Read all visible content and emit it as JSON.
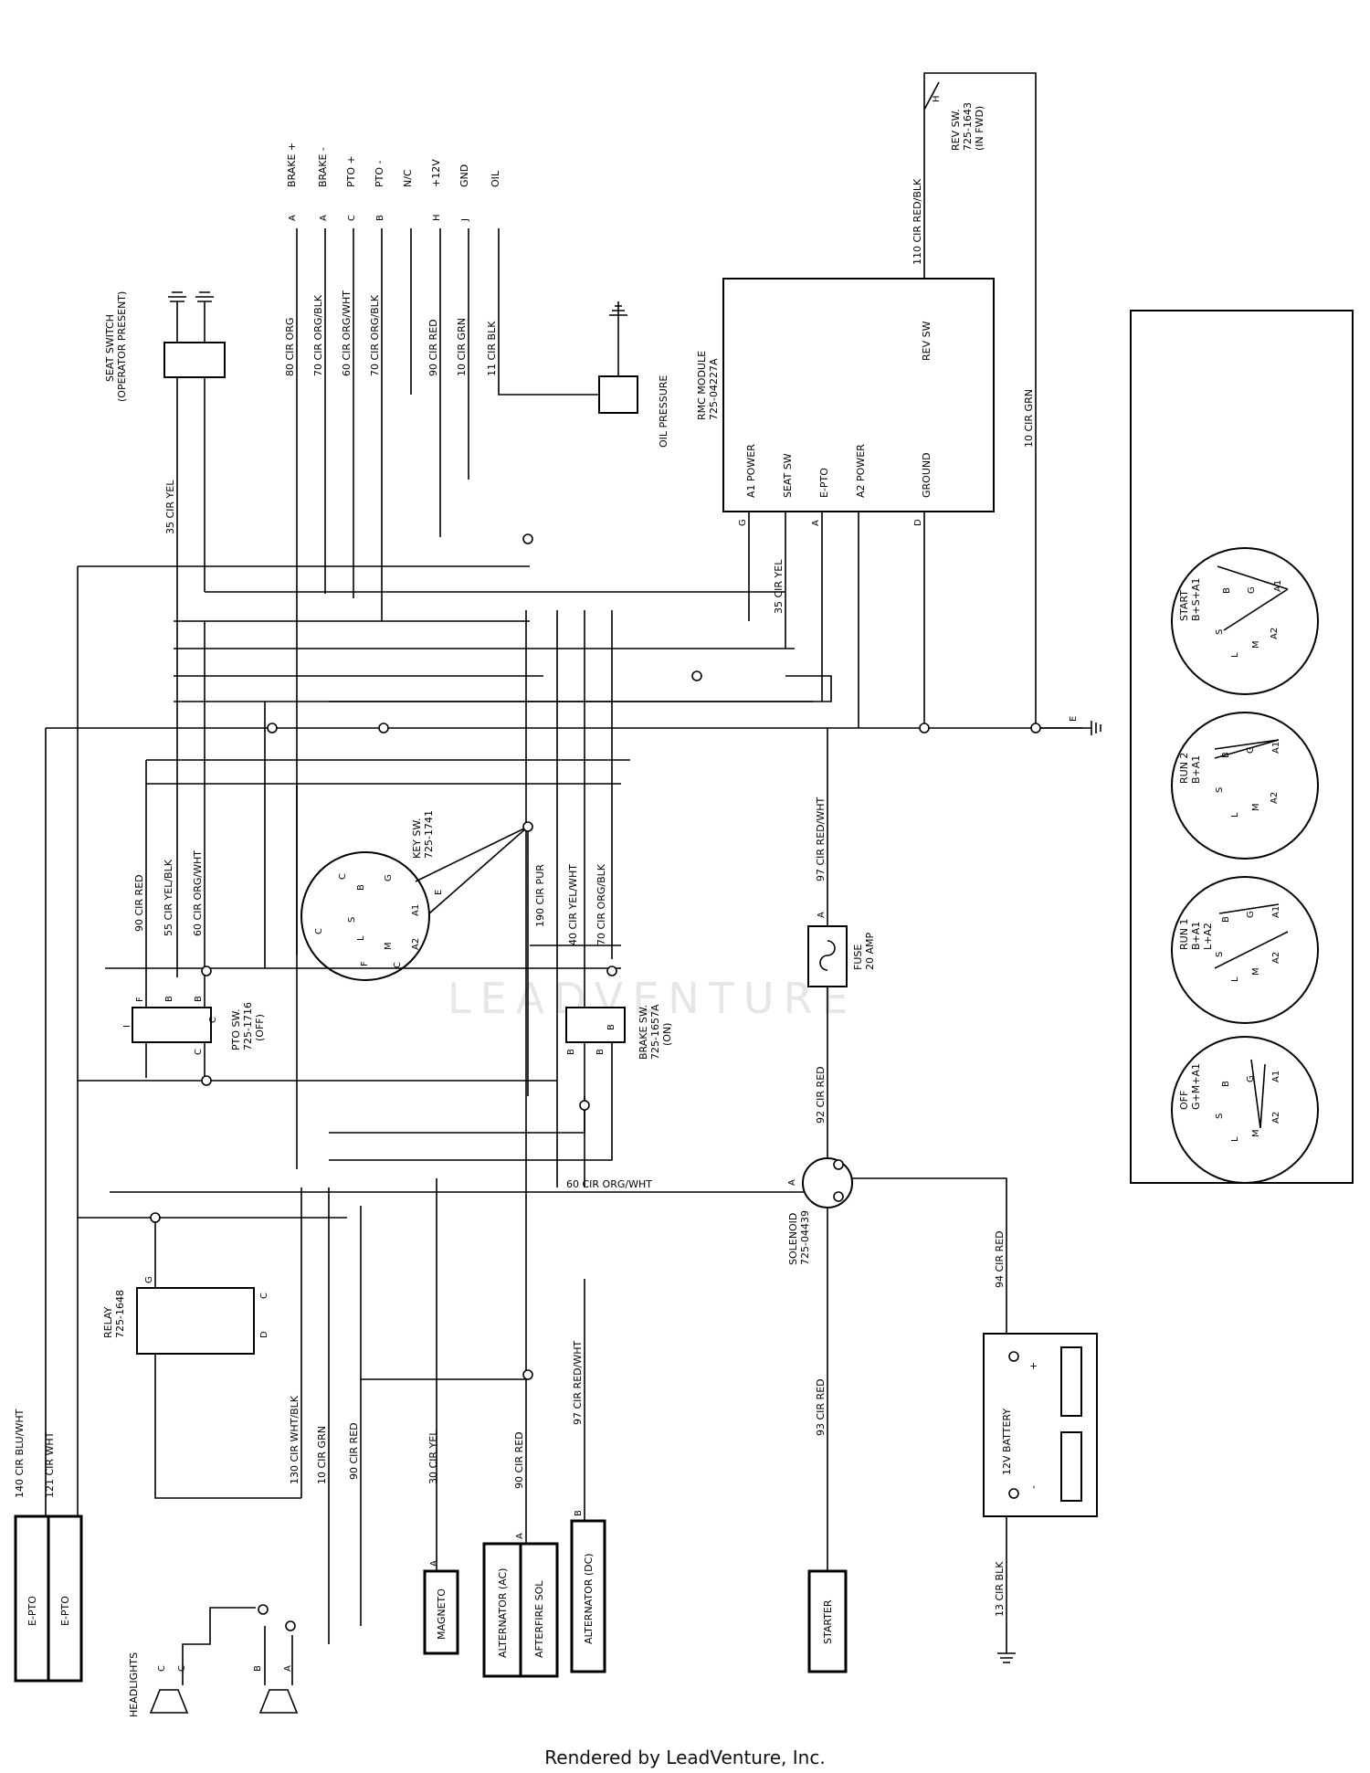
{
  "connector_labels": [
    "BRAKE +",
    "BRAKE -",
    "PTO +",
    "PTO -",
    "N/C",
    "+12V",
    "GND",
    "OIL"
  ],
  "connector_pins": [
    "A",
    "A",
    "C",
    "B",
    "H",
    "J"
  ],
  "wires": {
    "w80_org": "80 CIR ORG",
    "w70_orgblk_top": "70 CIR ORG/BLK",
    "w60_orgwht_top": "60 CIR ORG/WHT",
    "w70_orgblk_top2": "70 CIR ORG/BLK",
    "w90_red_top": "90 CIR RED",
    "w10_grn_top": "10 CIR GRN",
    "w11_blk": "11 CIR BLK",
    "w110_redblk": "110 CIR RED/BLK",
    "w10_grn_right": "10 CIR GRN",
    "w35_yel_left": "35 CIR YEL",
    "w35_yel_mid": "35 CIR YEL",
    "w90_red_mid": "90 CIR RED",
    "w55_yelblk": "55 CIR YEL/BLK",
    "w60_orgwht_mid": "60 CIR ORG/WHT",
    "w190_pur": "190 CIR PUR",
    "w40_yelwht": "40 CIR YEL/WHT",
    "w70_orgblk_mid": "70 CIR ORG/BLK",
    "w97_redwht_top": "97 CIR RED/WHT",
    "w92_red": "92 CIR RED",
    "w60_orgwht_h": "60 CIR ORG/WHT",
    "w94_red": "94 CIR RED",
    "w93_red": "93 CIR RED",
    "w13_blk": "13 CIR BLK",
    "w140_bluwht": "140 CIR BLU/WHT",
    "w121_wht": "121 CIR WHT",
    "w130_whtblk": "130 CIR WHT/BLK",
    "w10_grn_low": "10 CIR GRN",
    "w90_red_low": "90 CIR RED",
    "w30_yel": "30 CIR YEL",
    "w90_red_low2": "90 CIR RED",
    "w97_redwht_low": "97 CIR RED/WHT"
  },
  "components": {
    "seat_switch": [
      "SEAT SWITCH",
      "(OPERATOR PRESENT)"
    ],
    "oil_pressure": "OIL PRESSURE",
    "rmc_module": [
      "RMC MODULE",
      "725-04227A"
    ],
    "rmc_terminals": [
      "A1 POWER",
      "SEAT SW",
      "E-PTO",
      "A2 POWER",
      "GROUND",
      "REV SW"
    ],
    "rmc_pins": [
      "G",
      "A",
      "D"
    ],
    "rev_switch": [
      "REV SW.",
      "725-1643",
      "(IN FWD)"
    ],
    "rev_pin": "H",
    "key_switch": [
      "KEY SW.",
      "725-1741"
    ],
    "key_pins": [
      "C",
      "B",
      "G",
      "A1",
      "E",
      "A2",
      "M",
      "C",
      "L",
      "S",
      "F",
      "C"
    ],
    "pto_switch": [
      "PTO SW.",
      "725-1716",
      "(OFF)"
    ],
    "pto_pins": [
      "I",
      "F",
      "B",
      "B",
      "C",
      "C"
    ],
    "brake_switch": [
      "BRAKE SW.",
      "725-1657A",
      "(ON)"
    ],
    "brake_pins": [
      "B",
      "B",
      "B"
    ],
    "fuse": [
      "FUSE",
      "20 AMP"
    ],
    "fuse_pin": "A",
    "solenoid": [
      "SOLENOID",
      "725-04439"
    ],
    "solenoid_pin": "A",
    "relay": [
      "RELAY",
      "725-1648"
    ],
    "relay_pins": [
      "G",
      "C",
      "D"
    ],
    "battery": "12V BATTERY",
    "battery_pos": "+",
    "battery_neg": "-",
    "ground_label": "E",
    "e_pto_1": "E-PTO",
    "e_pto_2": "E-PTO",
    "magneto": "MAGNETO",
    "magneto_pin": "A",
    "alternator_ac": "ALTERNATOR (AC)",
    "afterfire": "AFTERFIRE SOL",
    "afterfire_pin": "A",
    "alternator_dc": "ALTERNATOR (DC)",
    "alternator_dc_pin": "B",
    "starter": "STARTER",
    "headlights": "HEADLIGHTS",
    "headlight_pins": [
      "C",
      "C",
      "B",
      "A"
    ]
  },
  "switch_positions": [
    {
      "name": "START",
      "sub": "B+S+A1",
      "contacts": [
        "G",
        "A1",
        "B",
        "S",
        "L",
        "M",
        "A2"
      ]
    },
    {
      "name": "RUN 2",
      "sub": "B+A1",
      "contacts": [
        "B",
        "G",
        "A1",
        "S",
        "L",
        "M",
        "A2"
      ]
    },
    {
      "name": "RUN 1",
      "sub": "B+A1",
      "sub2": "L+A2",
      "contacts": [
        "B",
        "G",
        "A1",
        "S",
        "A2",
        "L",
        "M"
      ]
    },
    {
      "name": "OFF",
      "sub": "G+M+A1",
      "contacts": [
        "G",
        "A1",
        "B",
        "S",
        "A2",
        "L",
        "M"
      ]
    }
  ],
  "watermark": "LEADVENTURE",
  "footer": "Rendered by LeadVenture, Inc."
}
